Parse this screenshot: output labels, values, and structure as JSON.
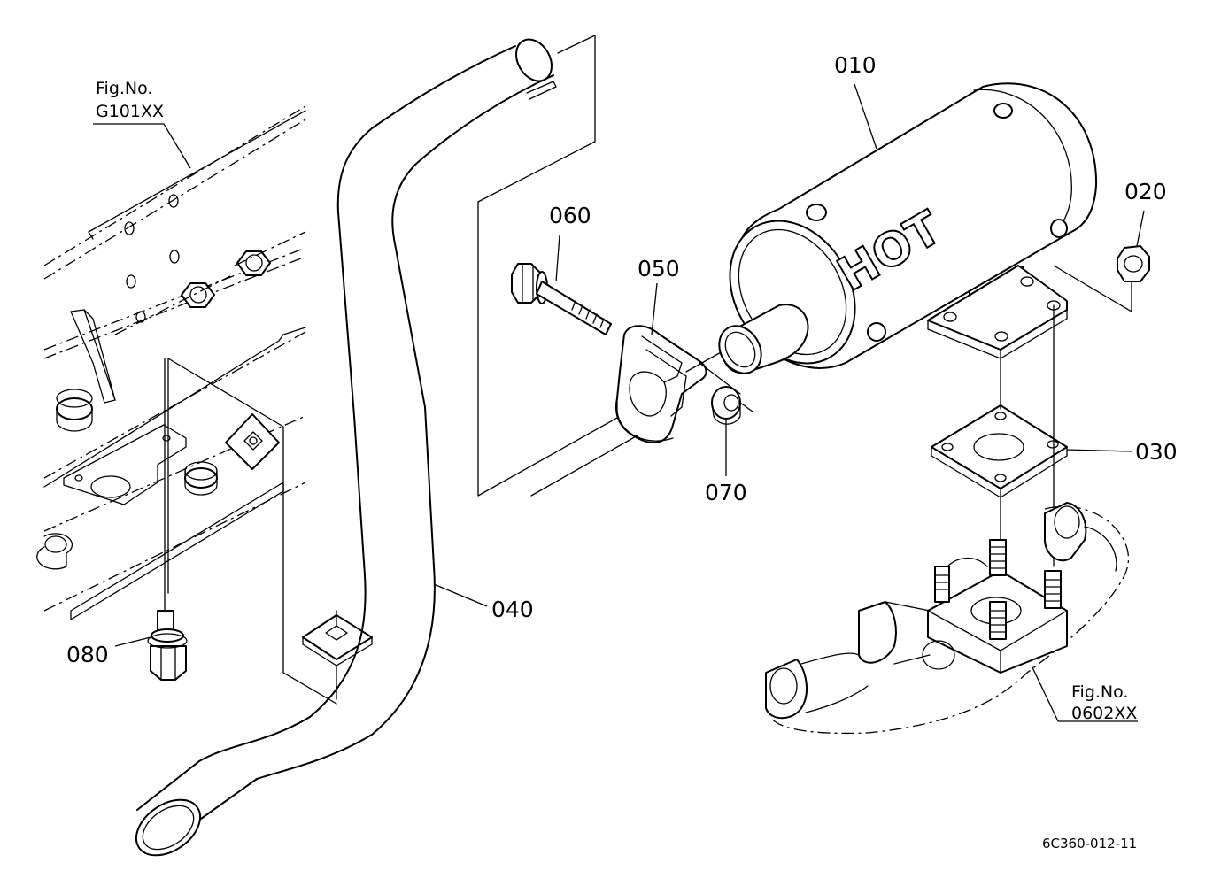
{
  "parts": [
    {
      "id": "p010",
      "label": "010"
    },
    {
      "id": "p020",
      "label": "020"
    },
    {
      "id": "p030",
      "label": "030"
    },
    {
      "id": "p040",
      "label": "040"
    },
    {
      "id": "p050",
      "label": "050"
    },
    {
      "id": "p060",
      "label": "060"
    },
    {
      "id": "p070",
      "label": "070"
    },
    {
      "id": "p080",
      "label": "080"
    }
  ],
  "muffler_marking": "HOT",
  "figure_refs": [
    {
      "line1": "Fig.No.",
      "line2": "G101XX"
    },
    {
      "line1": "Fig.No.",
      "line2": "0602XX"
    }
  ],
  "drawing_code": "6C360-012-11"
}
